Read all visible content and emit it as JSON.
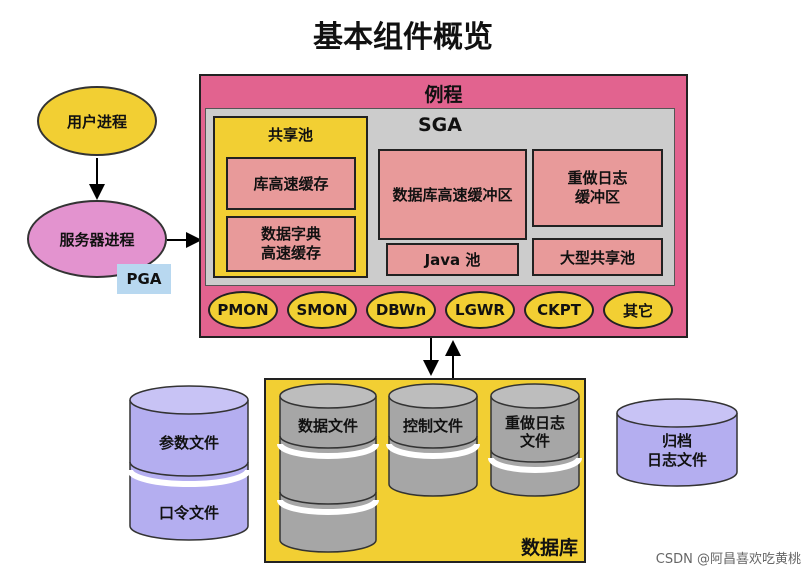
{
  "title": "基本组件概览",
  "user_process": "用户进程",
  "server_process": "服务器进程",
  "pga": "PGA",
  "instance": "例程",
  "sga": "SGA",
  "shared_pool": {
    "label": "共享池",
    "library_cache": "库高速缓存",
    "dictionary_cache_line1": "数据字典",
    "dictionary_cache_line2": "高速缓存"
  },
  "db_buffer_cache": "数据库高速缓冲区",
  "redo_log_buffer_line1": "重做日志",
  "redo_log_buffer_line2": "缓冲区",
  "java_pool": "Java 池",
  "large_pool": "大型共享池",
  "background_processes": [
    "PMON",
    "SMON",
    "DBWn",
    "LGWR",
    "CKPT",
    "其它"
  ],
  "database": {
    "label": "数据库",
    "data_files": "数据文件",
    "control_files": "控制文件",
    "redo_log_files_line1": "重做日志",
    "redo_log_files_line2": "文件"
  },
  "parameter_file": "参数文件",
  "password_file": "口令文件",
  "archived_logs_line1": "归档",
  "archived_logs_line2": "日志文件",
  "watermark": "CSDN @阿昌喜欢吃黄桃",
  "colors": {
    "instance": "#E2638F",
    "sga": "#CCCCCC",
    "yellow": "#F2CF33",
    "salmon": "#E89A9A",
    "server_process": "#E393CF",
    "pga": "#B8D8F0",
    "lavender": "#B4AEF0",
    "cylinder_gray": "#A6A6A6"
  }
}
